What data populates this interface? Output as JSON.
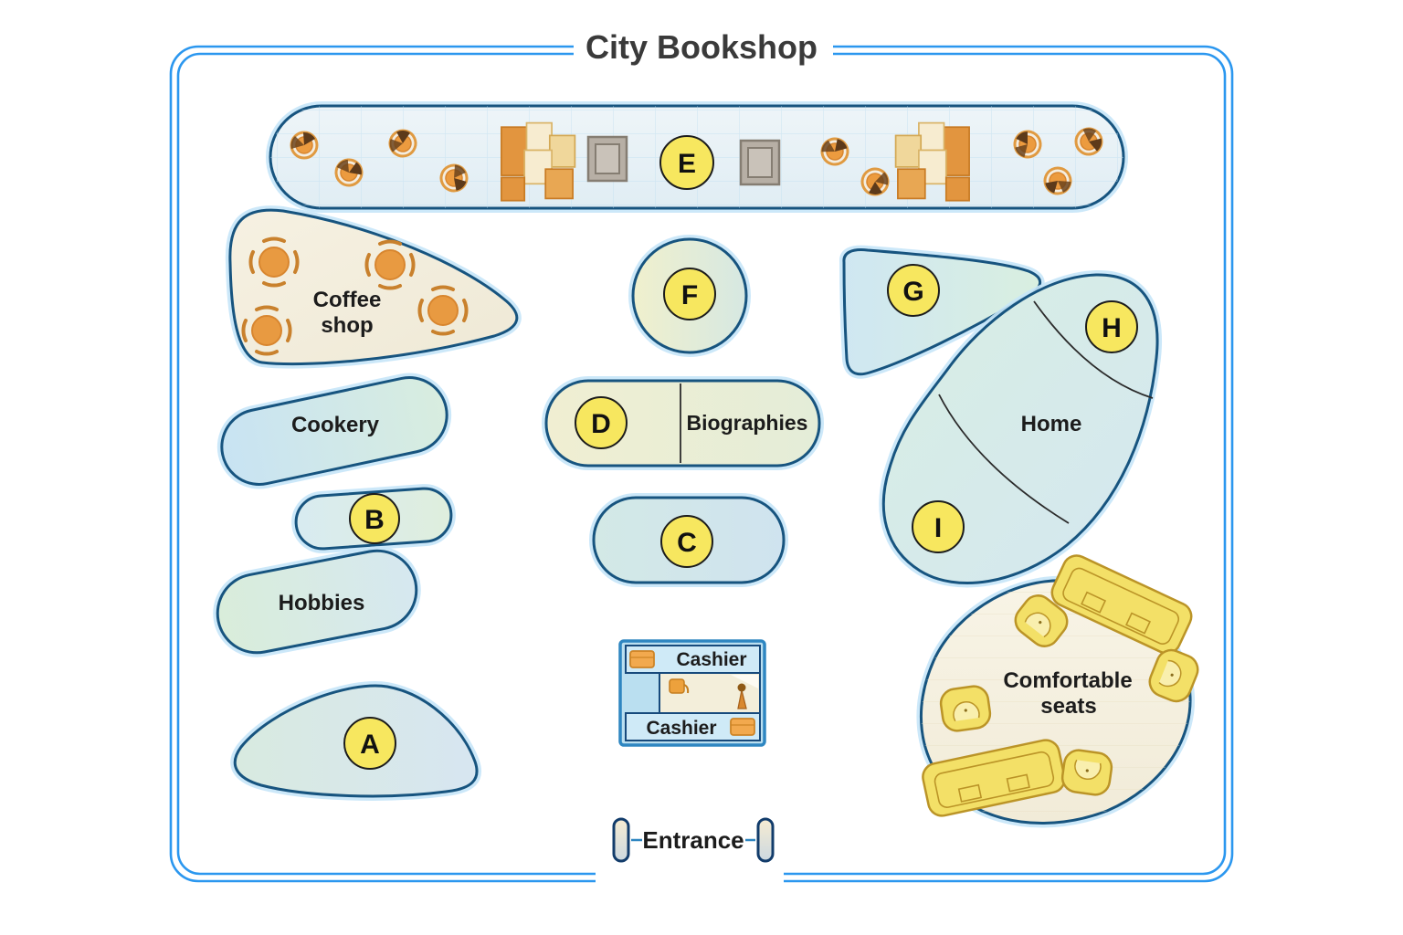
{
  "title": "City Bookshop",
  "areas": {
    "e_strip": {
      "badge": "E"
    },
    "coffee_shop": {
      "line1": "Coffee",
      "line2": "shop"
    },
    "cookery": {
      "label": "Cookery"
    },
    "b": {
      "badge": "B"
    },
    "hobbies": {
      "label": "Hobbies"
    },
    "a": {
      "badge": "A"
    },
    "f": {
      "badge": "F"
    },
    "d_biographies": {
      "badge": "D",
      "label": "Biographies"
    },
    "c": {
      "badge": "C"
    },
    "g": {
      "badge": "G"
    },
    "home": {
      "label": "Home",
      "badge_h": "H",
      "badge_i": "I"
    },
    "comfortable_seats": {
      "line1": "Comfortable",
      "line2": "seats"
    },
    "cashier": {
      "top_label": "Cashier",
      "bottom_label": "Cashier"
    },
    "entrance": {
      "label": "Entrance"
    }
  },
  "colors": {
    "frame_blue": "#2b97ef",
    "shape_border": "#17547f",
    "shape_glow": "#c7e5f8",
    "badge_yellow": "#f7e75f",
    "table_orange": "#e89a41",
    "sofa_yellow": "#f3e067",
    "cream": "#f5f0e1",
    "text_dark": "#1c1c1c"
  }
}
